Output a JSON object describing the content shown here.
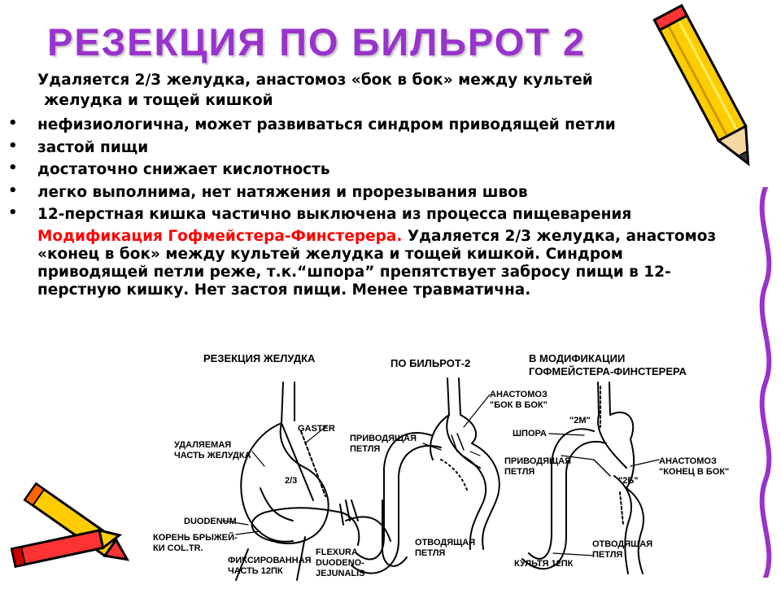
{
  "slide": {
    "title": "РЕЗЕКЦИЯ ПО БИЛЬРОТ 2",
    "intro_line1": "Удаляется 2/3 желудка, анастомоз «бок в бок» между культей",
    "intro_line2": "желудка и тощей кишкой",
    "bullets": [
      "нефизиологична, может развиваться синдром приводящей петли",
      "застой пищи",
      "достаточно снижает кислотность",
      "легко выполнима, нет натяжения и прорезывания швов",
      "12-перстная кишка частично выключена из процесса пищеварения"
    ],
    "bullet_glyph": "•",
    "modification_title": "Модификация Гофмейстера-Финстерера.",
    "modification_text": " Удаляется 2/3 желудка, анастомоз «конец в бок» между культей желудка и тощей кишкой. Синдром приводящей петли реже, т.к.“шпора” препятствует забросу пищи в 12-перстную кишку. Нет застоя пищи. Менее травматична."
  },
  "diagram": {
    "heading1": "РЕЗЕКЦИЯ ЖЕЛУДКА",
    "heading2": "ПО БИЛЬРОТ-2",
    "heading3_line1": "В МОДИФИКАЦИИ",
    "heading3_line2": "ГОФМЕЙСТЕРА-ФИНСТЕРЕРА",
    "gaster": "GASTER",
    "removed_line1": "УДАЛЯЕМАЯ",
    "removed_line2": "ЧАСТЬ ЖЕЛУДКА",
    "fraction": "2/3",
    "duodenum": "DUODENUM",
    "root_line1": "КОРЕНЬ БРЫЖЕЙ-",
    "root_line2": "КИ COL.TR.",
    "fixed_line1": "ФИКСИРОВАННАЯ",
    "fixed_line2": "ЧАСТЬ 12ПК",
    "flexura_line1": "FLEXURA",
    "flexura_line2": "DUODENO-",
    "flexura_line3": "JEJUNALIS",
    "afferent_line1": "ПРИВОДЯЩАЯ",
    "afferent_line2": "ПЕТЛЯ",
    "anast_side_line1": "АНАСТОМОЗ",
    "anast_side_line2": "\"БОК В БОК\"",
    "efferent_line1": "ОТВОДЯЩАЯ",
    "efferent_line2": "ПЕТЛЯ",
    "spur": "ШПОРА",
    "afferent2_line1": "ПРИВОДЯЩАЯ",
    "afferent2_line2": "ПЕТЛЯ",
    "anast_end_line1": "АНАСТОМОЗ",
    "anast_end_line2": "\"КОНЕЦ В БОК\"",
    "stump": "КУЛЬТЯ 12ПК",
    "efferent2_line1": "ОТВОДЯЩАЯ",
    "efferent2_line2": "ПЕТЛЯ",
    "flow_2m": "\"2М\"",
    "flow_2b": "\"2Б\""
  },
  "colors": {
    "title": "#9933cc",
    "highlight": "#ff0000",
    "pencil_body": "#ffcc00",
    "pencil_tip": "#ff3333",
    "wave": "#9933cc"
  }
}
